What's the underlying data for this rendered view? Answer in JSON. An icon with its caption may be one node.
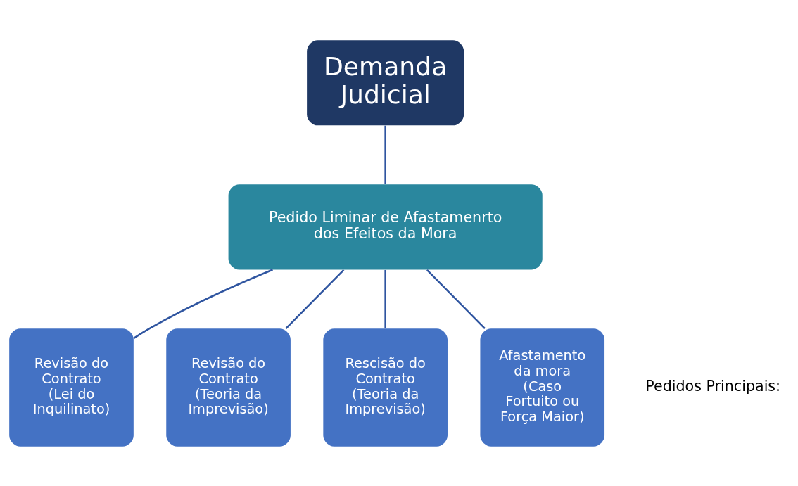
{
  "diagram": {
    "nodes": [
      {
        "text": [
          "Demanda Judicial"
        ]
      },
      {
        "text": [
          "Pedido Liminar de Afastamenrto dos Efeitos da Mora"
        ]
      },
      {
        "text": [
          "Revisão do Contrato (Lei do Inquilinato)"
        ]
      },
      {
        "text": [
          "Revisão do Contrato (Teoria da Imprevisão)"
        ]
      },
      {
        "text": [
          "Rescisão do Contrato (Teoria da Imprevisão)"
        ]
      },
      {
        "text": [
          "Afastamento da mora (Caso Fortuito ou Força Maior)"
        ]
      }
    ],
    "edges": [
      {
        "from": 0,
        "to": 1,
        "arrow": "none"
      },
      {
        "from": 1,
        "to": 2,
        "arrow": "none"
      },
      {
        "from": 1,
        "to": 3,
        "arrow": "none"
      },
      {
        "from": 1,
        "to": 4,
        "arrow": "none"
      },
      {
        "from": 1,
        "to": 5,
        "arrow": "none"
      }
    ],
    "labels": [
      "Pedidos Principais:"
    ]
  }
}
